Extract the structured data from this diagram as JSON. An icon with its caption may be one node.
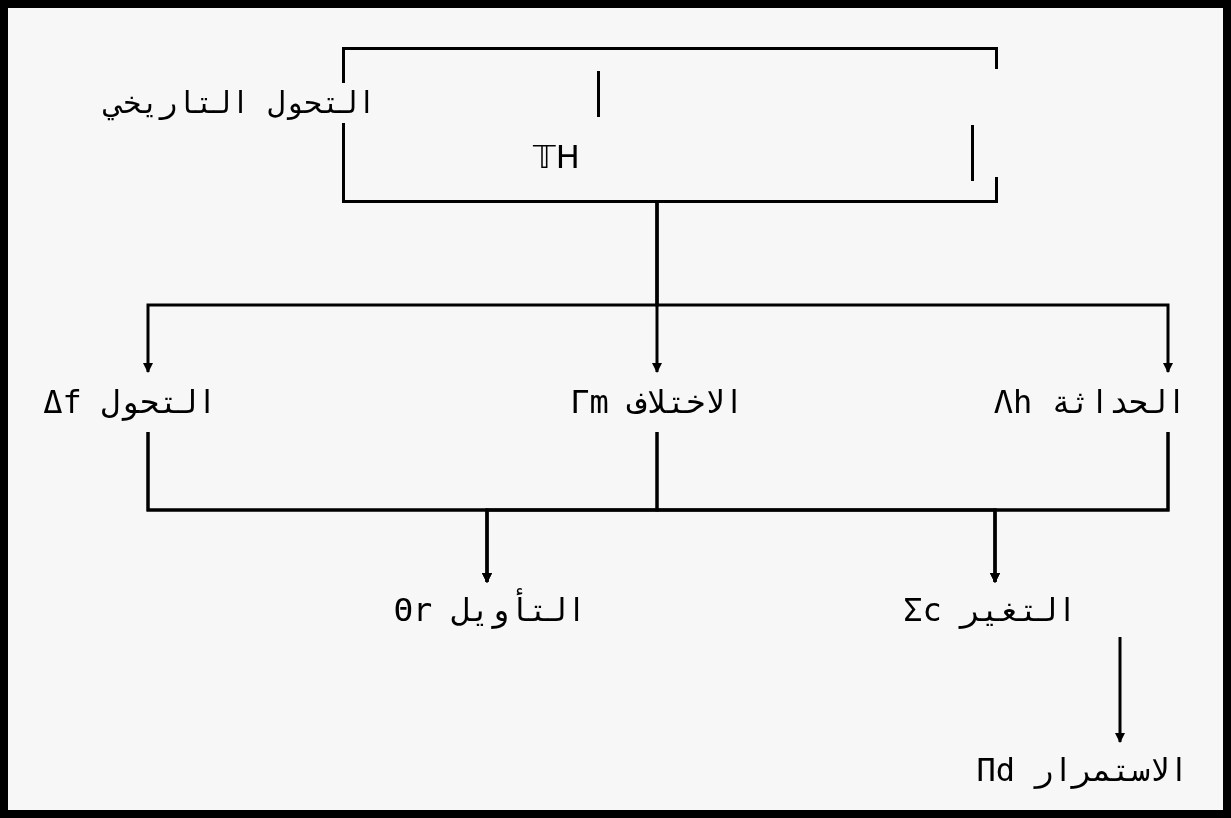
{
  "diagram": {
    "nodes": [
      {
        "text": [
          "التحول التاريخي",
          "𝕋H"
        ]
      },
      {
        "text": [
          "Δf التحول"
        ]
      },
      {
        "text": [
          "Γm الاختلاف"
        ]
      },
      {
        "text": [
          "Λh الحداثة"
        ]
      },
      {
        "text": [
          "Θr التأويل"
        ]
      },
      {
        "text": [
          "Σc التغير"
        ]
      },
      {
        "text": [
          "Πd الاستمرار"
        ]
      }
    ],
    "edges": [
      {
        "from": 0,
        "to": 1,
        "arrow": "to"
      },
      {
        "from": 0,
        "to": 2,
        "arrow": "to"
      },
      {
        "from": 0,
        "to": 3,
        "arrow": "to"
      },
      {
        "from": 1,
        "to": 4,
        "arrow": "to"
      },
      {
        "from": 1,
        "to": 5,
        "arrow": "to"
      },
      {
        "from": 2,
        "to": 4,
        "arrow": "to"
      },
      {
        "from": 2,
        "to": 5,
        "arrow": "to"
      },
      {
        "from": 3,
        "to": 4,
        "arrow": "to"
      },
      {
        "from": 3,
        "to": 5,
        "arrow": "to"
      },
      {
        "from": 5,
        "to": 6,
        "arrow": "to"
      }
    ]
  }
}
